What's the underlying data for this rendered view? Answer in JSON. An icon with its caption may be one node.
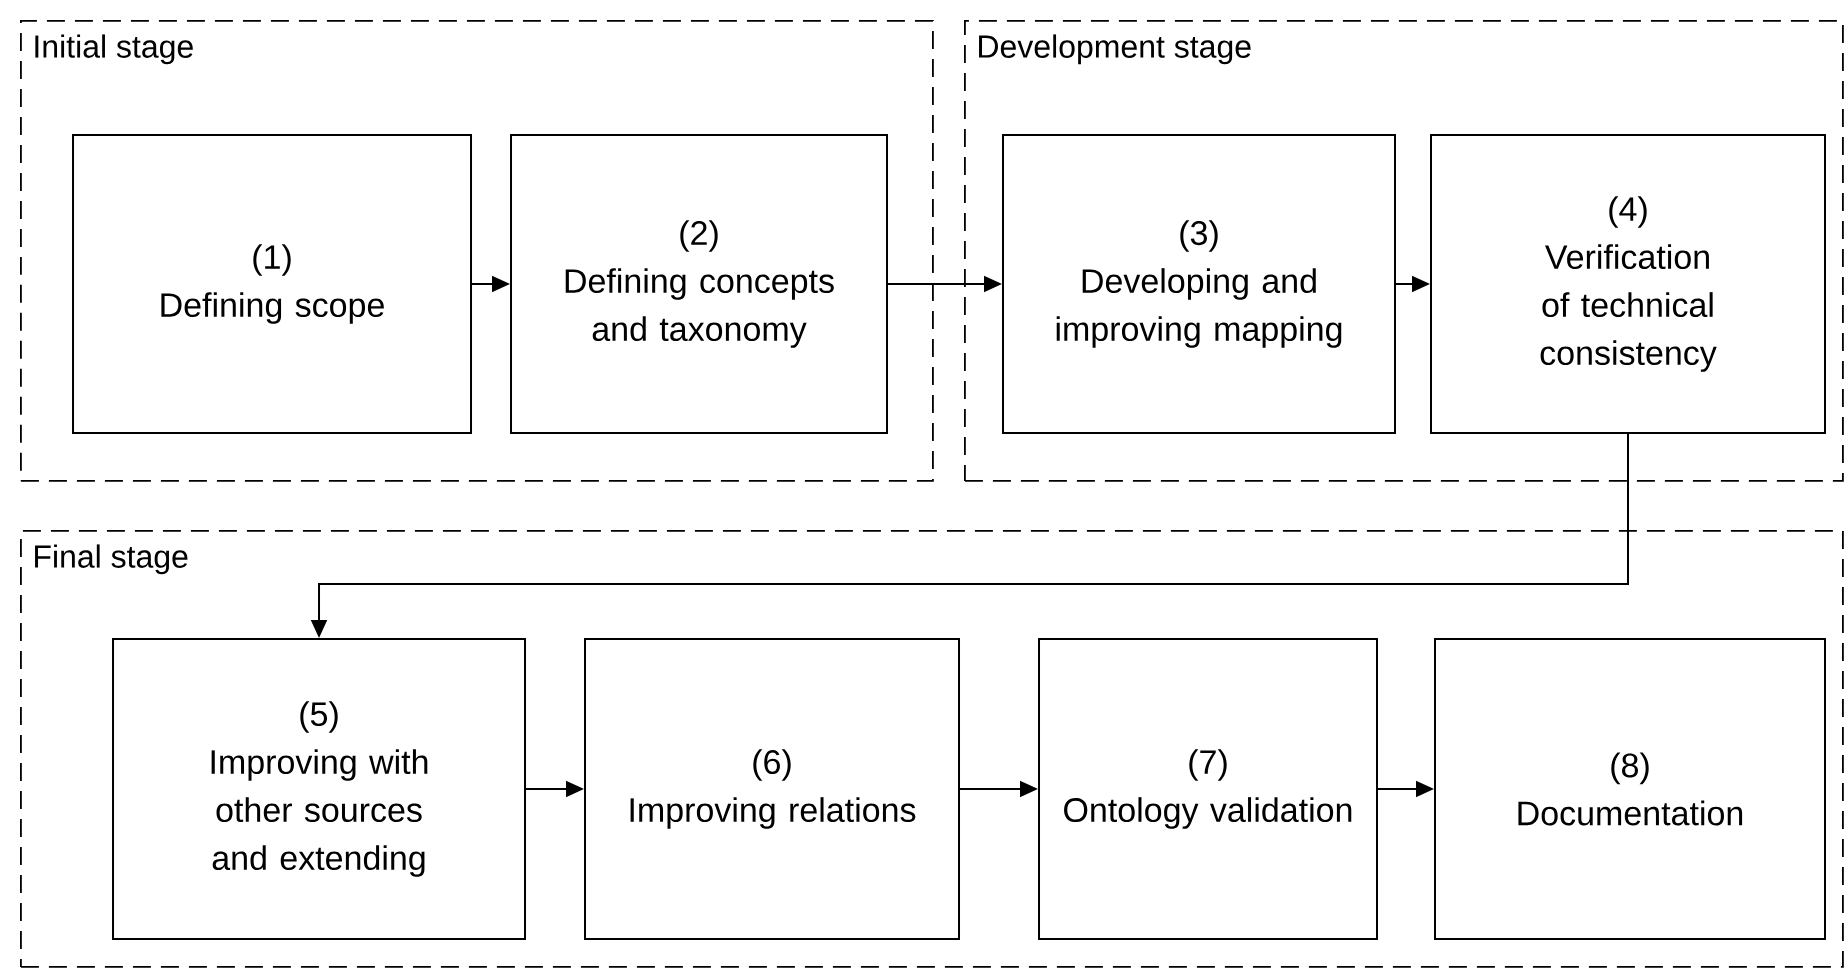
{
  "diagram": {
    "nodes": [
      {
        "text": [
          "Initial stage"
        ]
      },
      {
        "text": [
          "(1)",
          "Defining scope"
        ],
        "in": 0
      },
      {
        "text": [
          "(2)",
          "Defining concepts and taxonomy"
        ],
        "in": 0
      },
      {
        "text": [
          "Development stage"
        ]
      },
      {
        "text": [
          "(3)",
          "Developing and improving mapping"
        ],
        "in": 3
      },
      {
        "text": [
          "(4)",
          "Verification of technical consistency"
        ],
        "in": 3
      },
      {
        "text": [
          "Final stage"
        ]
      },
      {
        "text": [
          "(5)",
          "Improving with other sources and extending"
        ],
        "in": 6
      },
      {
        "text": [
          "(6)",
          "Improving relations"
        ],
        "in": 6
      },
      {
        "text": [
          "(7)",
          "Ontology validation"
        ],
        "in": 6
      },
      {
        "text": [
          "(8)",
          "Documentation"
        ],
        "in": 6
      }
    ],
    "edges": [
      {
        "from": 1,
        "to": 2,
        "arrow": "to"
      },
      {
        "from": 2,
        "to": 4,
        "arrow": "to"
      },
      {
        "from": 4,
        "to": 5,
        "arrow": "to"
      },
      {
        "from": 5,
        "to": 7,
        "arrow": "to"
      },
      {
        "from": 7,
        "to": 8,
        "arrow": "to"
      },
      {
        "from": 8,
        "to": 9,
        "arrow": "to"
      },
      {
        "from": 9,
        "to": 10,
        "arrow": "to"
      }
    ]
  }
}
